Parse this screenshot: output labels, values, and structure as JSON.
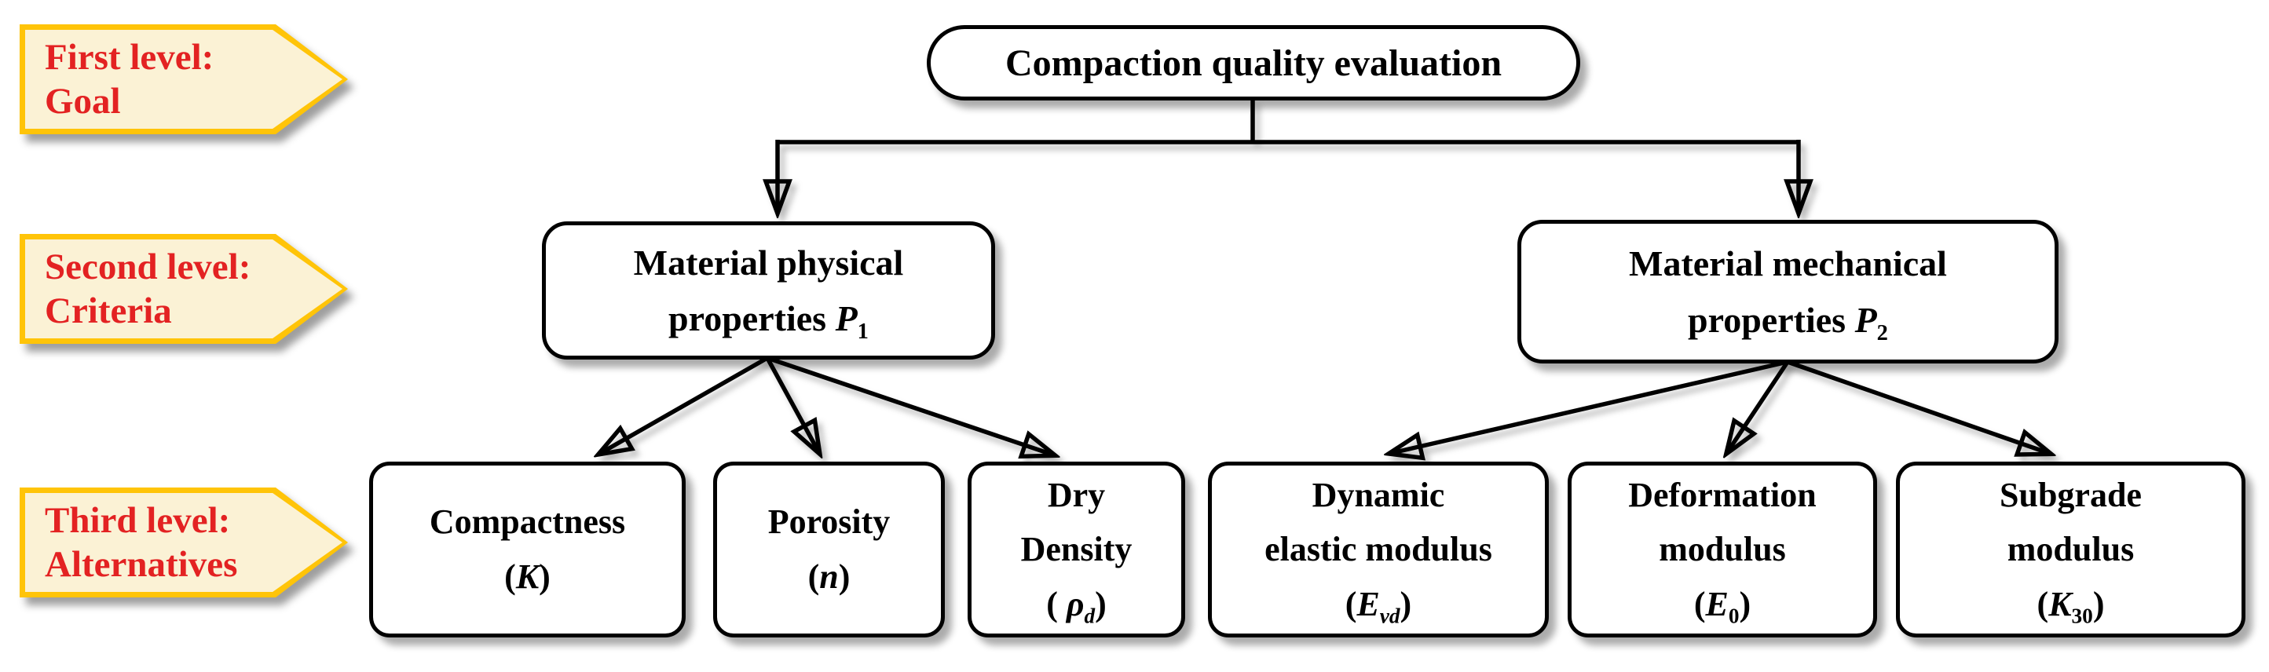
{
  "diagram": {
    "levels": [
      {
        "line1": "First level:",
        "line2": "Goal"
      },
      {
        "line1": "Second level:",
        "line2": "Criteria"
      },
      {
        "line1": "Third level:",
        "line2": "Alternatives"
      }
    ],
    "goal": {
      "text": "Compaction quality evaluation"
    },
    "criteria": [
      {
        "line1": "Material physical",
        "line2": "properties ",
        "symbol": "P",
        "sub": "1"
      },
      {
        "line1": "Material mechanical",
        "line2": "properties ",
        "symbol": "P",
        "sub": "2"
      }
    ],
    "alternatives": [
      {
        "line1": "Compactness",
        "open": "(",
        "symbol": "K",
        "sub": "",
        "close": ")"
      },
      {
        "line1": "Porosity",
        "open": "(",
        "symbol": "n",
        "sub": "",
        "close": ")"
      },
      {
        "line1": "Dry",
        "line2": "Density",
        "open": "( ",
        "symbol": "ρ",
        "sub": "d",
        "close": ")"
      },
      {
        "line1": "Dynamic",
        "line2": "elastic modulus",
        "open": "(",
        "symbol": "E",
        "sub": "vd",
        "close": ")"
      },
      {
        "line1": "Deformation",
        "line2": "modulus",
        "open": "(",
        "symbol": "E",
        "sub": "0",
        "close": ")"
      },
      {
        "line1": "Subgrade",
        "line2": "modulus",
        "open": "(",
        "symbol": "K",
        "sub": "30",
        "close": ")"
      }
    ],
    "colors": {
      "banner_fill": "#FBF2D5",
      "banner_border": "#FFC408",
      "banner_text": "#E32222",
      "node_fill": "#FFFFFF",
      "node_border": "#000000"
    }
  }
}
